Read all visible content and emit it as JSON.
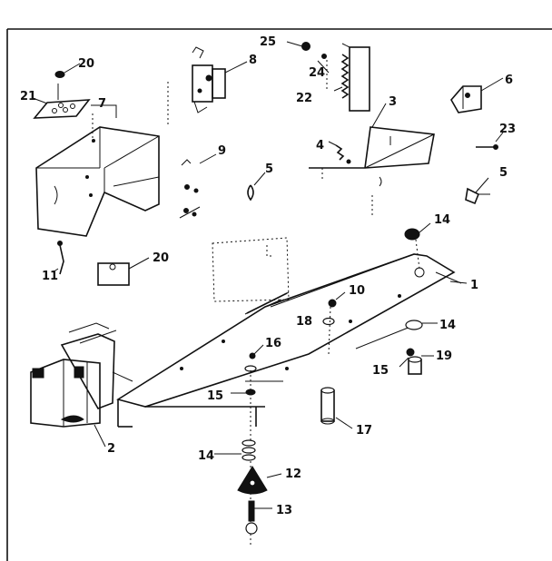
{
  "callouts": {
    "c1": "1",
    "c2": "2",
    "c3": "3",
    "c4": "4",
    "c5a": "5",
    "c5b": "5",
    "c6": "6",
    "c7": "7",
    "c8": "8",
    "c9": "9",
    "c10": "10",
    "c11": "11",
    "c12": "12",
    "c13": "13",
    "c14a": "14",
    "c14b": "14",
    "c14c": "14",
    "c15a": "15",
    "c15b": "15",
    "c16": "16",
    "c17": "17",
    "c18": "18",
    "c19": "19",
    "c20a": "20",
    "c20b": "20",
    "c21": "21",
    "c22": "22",
    "c23": "23",
    "c24": "24",
    "c25": "25"
  }
}
